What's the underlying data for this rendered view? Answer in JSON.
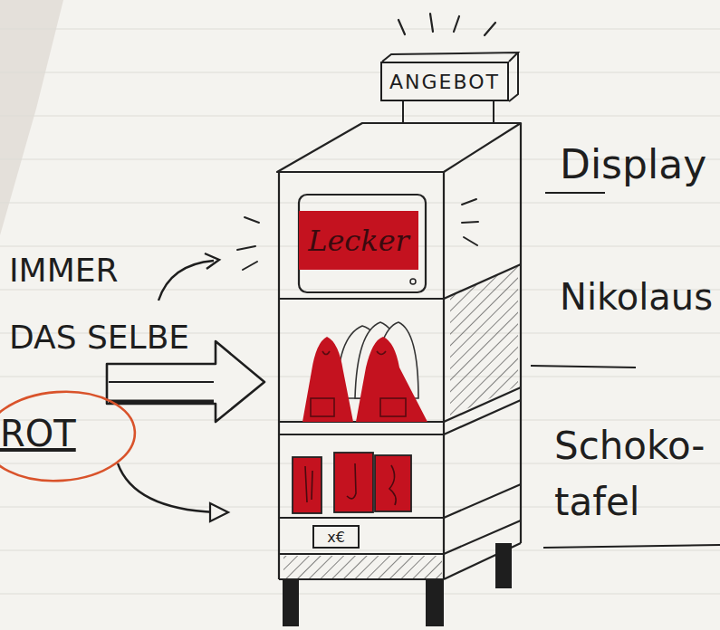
{
  "diagram": {
    "nodes": [
      {
        "text": [
          "ANGEBOT"
        ]
      },
      {
        "text": [
          "Lecker"
        ]
      },
      {
        "text": [
          "ROT"
        ]
      },
      {
        "text": [
          "x€"
        ]
      }
    ],
    "labels": [
      "IMMER DAS SELBE",
      "Display",
      "Nikolaus",
      "Schoko- tafel"
    ]
  }
}
